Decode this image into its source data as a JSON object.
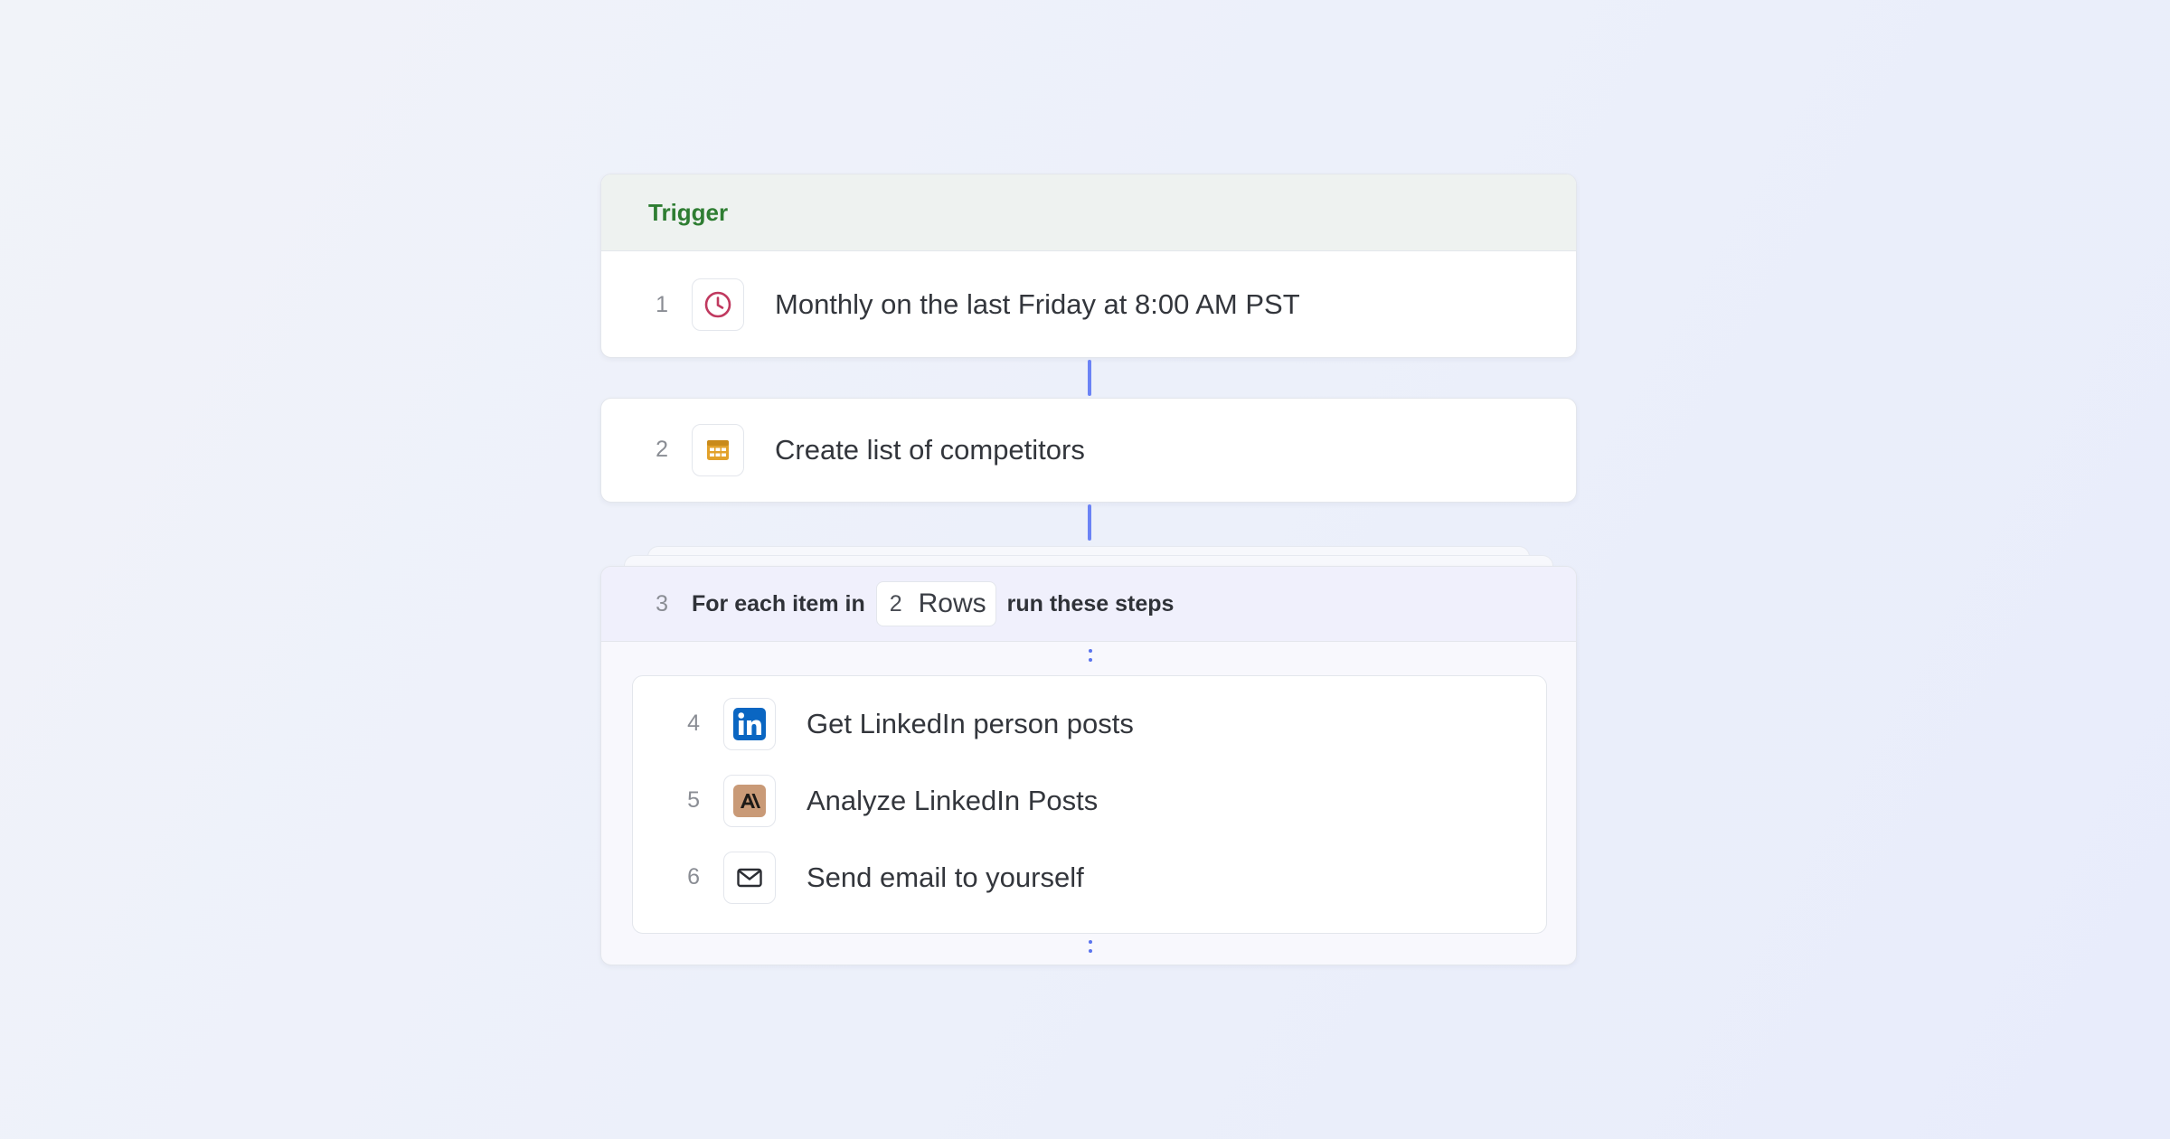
{
  "trigger": {
    "header": "Trigger",
    "step_number": "1",
    "icon": "clock-icon",
    "label": "Monthly on the last Friday at 8:00 AM PST"
  },
  "step2": {
    "step_number": "2",
    "icon": "table-icon",
    "label": "Create list of competitors"
  },
  "loop": {
    "step_number": "3",
    "prefix": "For each item in",
    "count": "2",
    "unit": "Rows",
    "suffix": "run these steps",
    "steps": [
      {
        "step_number": "4",
        "icon": "linkedin-icon",
        "label": "Get LinkedIn person posts"
      },
      {
        "step_number": "5",
        "icon": "anthropic-icon",
        "label": "Analyze LinkedIn Posts"
      },
      {
        "step_number": "6",
        "icon": "mail-icon",
        "label": "Send email to yourself"
      }
    ]
  },
  "colors": {
    "trigger_text": "#2e7d32",
    "connector": "#6b83f5",
    "clock": "#c0395f",
    "table": "#e2a12b",
    "linkedin": "#0a66c2",
    "anthropic_bg": "#c99a77"
  }
}
